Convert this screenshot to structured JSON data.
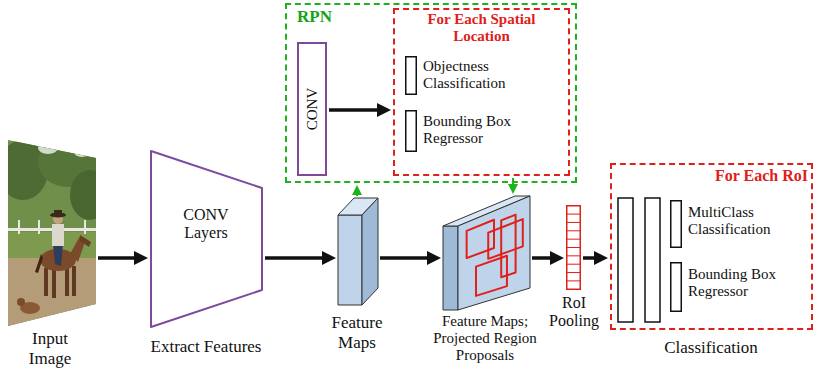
{
  "diagram": {
    "nodes": [
      {
        "text": [
          "RPN"
        ]
      },
      {
        "text": [
          "CONV"
        ],
        "in": 0
      },
      {
        "text": [
          "For Each Spatial Location"
        ],
        "in": 0
      },
      {
        "text": [
          "Objectness Classification"
        ],
        "in": 2
      },
      {
        "text": [
          "Bounding Box Regressor"
        ],
        "in": 2
      },
      {
        "text": [
          "Input Image"
        ]
      },
      {
        "text": [
          "CONV Layers",
          "Extract Features"
        ]
      },
      {
        "text": [
          "Feature Maps"
        ]
      },
      {
        "text": [
          "Feature Maps; Projected Region Proposals"
        ]
      },
      {
        "text": [
          "RoI Pooling"
        ]
      },
      {
        "text": [
          "For Each RoI",
          "Classification"
        ]
      },
      {
        "text": [
          "MultiClass Classification"
        ],
        "in": 10
      },
      {
        "text": [
          "Bounding Box Regressor"
        ],
        "in": 10
      }
    ],
    "edges": [
      {
        "from": 5,
        "to": 6,
        "arrow": "to"
      },
      {
        "from": 6,
        "to": 7,
        "arrow": "to"
      },
      {
        "from": 7,
        "to": 8,
        "arrow": "to"
      },
      {
        "from": 8,
        "to": 9,
        "arrow": "to"
      },
      {
        "from": 9,
        "to": 10,
        "arrow": "to"
      },
      {
        "from": 1,
        "to": 2,
        "arrow": "to"
      },
      {
        "from": 7,
        "to": 0,
        "arrow": "to"
      },
      {
        "from": 2,
        "to": 8,
        "arrow": "to"
      }
    ]
  }
}
